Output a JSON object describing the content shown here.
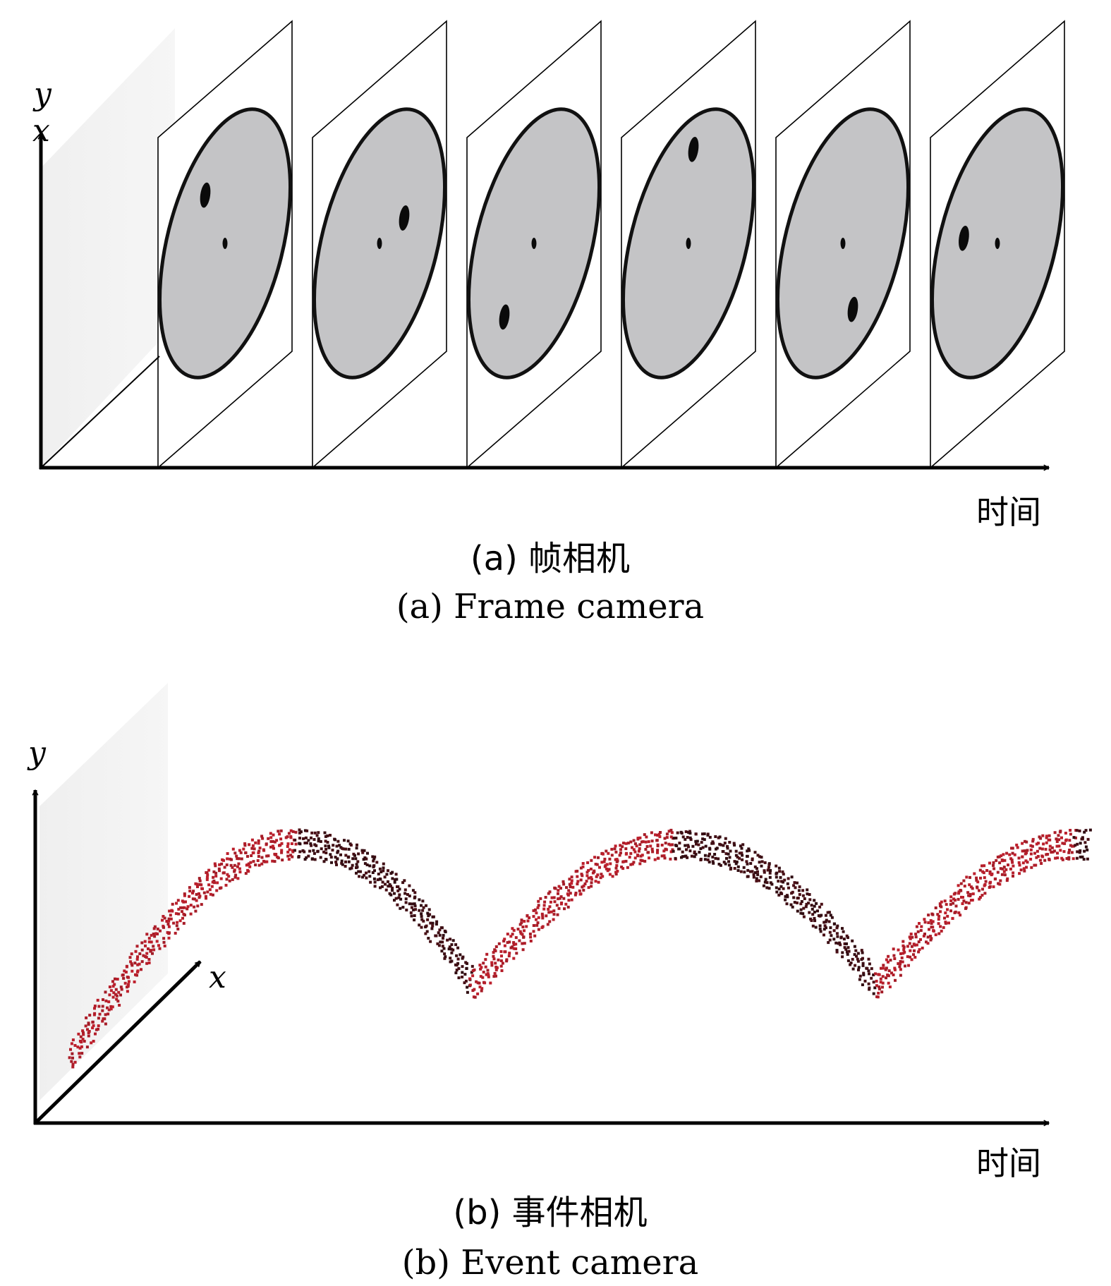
{
  "panel_a": {
    "axis_y": "y",
    "axis_x": "x",
    "axis_time": "时间",
    "caption_cn": "(a) 帧相机",
    "caption_en": "(a) Frame camera",
    "frames": [
      {
        "spot": [
          0.3,
          0.31
        ]
      },
      {
        "spot": [
          0.75,
          0.4
        ]
      },
      {
        "spot": [
          0.2,
          0.79
        ]
      },
      {
        "spot": [
          0.55,
          0.13
        ]
      },
      {
        "spot": [
          0.6,
          0.76
        ]
      },
      {
        "spot": [
          0.16,
          0.48
        ]
      }
    ]
  },
  "panel_b": {
    "axis_y": "y",
    "axis_x": "x",
    "axis_time": "时间",
    "caption_cn": "(b) 事件相机",
    "caption_en": "(b) Event camera"
  },
  "colors": {
    "axis": "#000000",
    "disk_fill": "#c4c4c6",
    "disk_edge": "#111111",
    "spot": "#0a0a0a",
    "shade": "#efefef",
    "event_red": "#c8212e",
    "event_dark": "#2a0b10"
  }
}
